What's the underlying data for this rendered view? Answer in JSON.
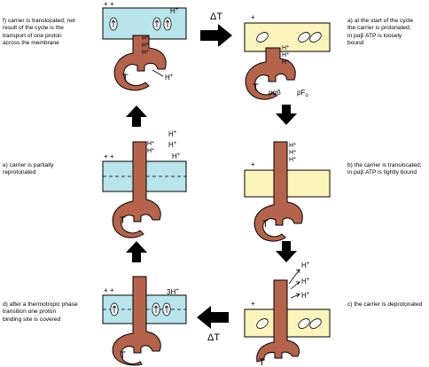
{
  "captions": {
    "f": "f)  carrier is translocated; net\nresult of the cycle is the\ntransport of one proton\nacross the membrane",
    "a": "a)  at the start of the cycle\nthe carrier is protonated;\nin pαβ ATP is loosely\nbound",
    "e": "e)  carrier is partially\nreprotonated",
    "b": "b) the carrier is translocated;\nin pαβ ATP is tightly bound",
    "d": "d) after a thermotropic phase\ntransition one proton\nbinding site is covered",
    "c": "c)  the carrier is deprotonated"
  },
  "labels": {
    "plus_plus": "+ +",
    "plus": "+",
    "h_plus": "H+",
    "three_h_plus": "3H+",
    "delta_t": "ΔT",
    "t": "T",
    "p_alpha_beta": "pαβ",
    "p_f0": "pFo"
  },
  "colors": {
    "blue_membrane": "#b8e4ec",
    "yellow_membrane": "#fbf5bb",
    "protein": "#b5634b",
    "arrow": "#000000"
  }
}
